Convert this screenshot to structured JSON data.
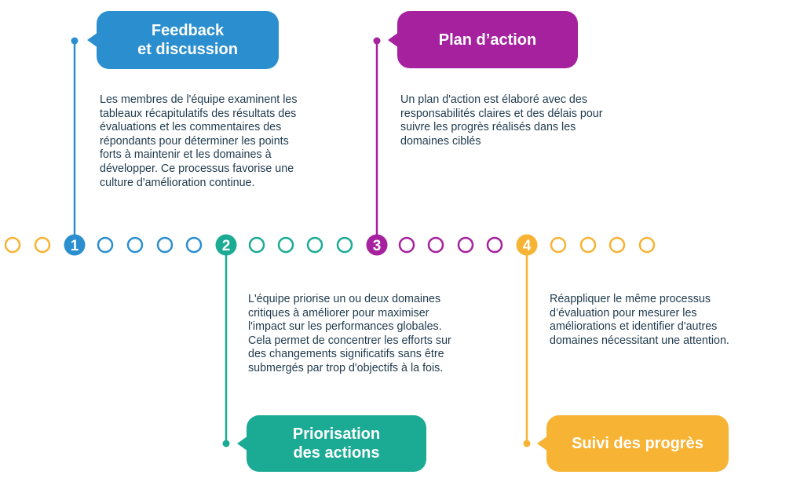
{
  "colors": {
    "blue": "#2b8fcf",
    "teal": "#1bab94",
    "purple": "#a6219e",
    "orange": "#f7b334",
    "text": "#1f3a4d"
  },
  "steps": [
    {
      "number": "1",
      "title": "Feedback\net discussion",
      "description": "Les membres de l'équipe examinent les\ntableaux récapitulatifs des résultats des\névaluations et les commentaires des\nrépondants pour déterminer les points\nforts à maintenir et les domaines à\ndévelopper. Ce processus favorise une\nculture d'amélioration continue."
    },
    {
      "number": "2",
      "title": "Priorisation\ndes actions",
      "description": "L'équipe priorise un ou deux domaines\ncritiques à améliorer pour maximiser\nl'impact sur les performances globales.\nCela permet de concentrer les efforts sur\ndes changements significatifs sans être\nsubmergés par trop d'objectifs à la fois."
    },
    {
      "number": "3",
      "title": "Plan d’action",
      "description": " Un plan d'action est élaboré avec des\nresponsabilités claires et des délais pour\nsuivre les progrès réalisés dans les\ndomaines ciblés"
    },
    {
      "number": "4",
      "title": "Suivi des progrès",
      "description": "Réappliquer le même processus\nd’évaluation pour mesurer les\naméliorations et identifier d'autres\ndomaines nécessitant une attention."
    }
  ]
}
